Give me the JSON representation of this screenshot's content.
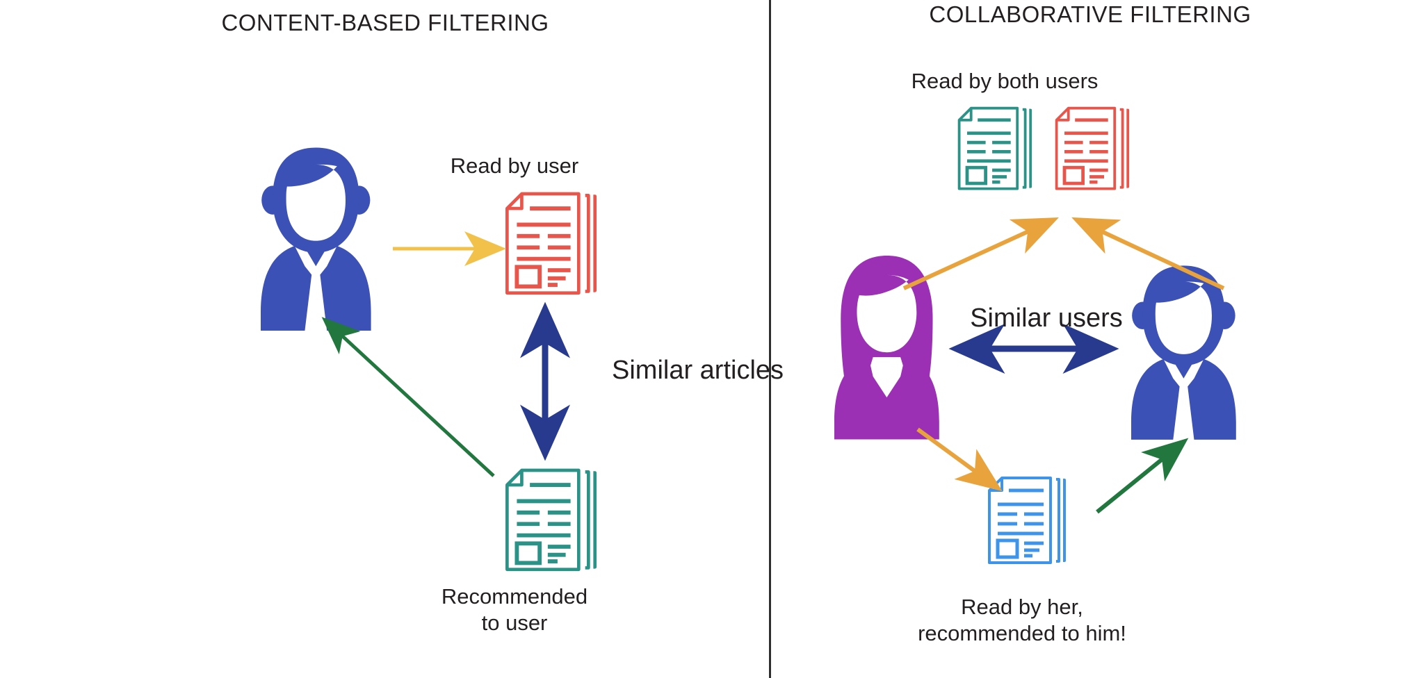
{
  "diagram": {
    "title_left": "CONTENT-BASED FILTERING",
    "title_right": "COLLABORATIVE FILTERING",
    "background": "#ffffff",
    "divider_color": "#2e2e2e"
  },
  "left_panel": {
    "title": "CONTENT-BASED FILTERING",
    "labels": {
      "read_by_user": "Read by user",
      "recommended_to_user": "Recommended\nto user",
      "similar_articles": "Similar articles"
    },
    "nodes": [
      {
        "name": "user-male-avatar",
        "type": "person",
        "color": "#3b51b5"
      },
      {
        "name": "document-read",
        "type": "document",
        "color": "#e8554a"
      },
      {
        "name": "document-recommended",
        "type": "document",
        "color": "#2a9286"
      }
    ],
    "arrows": [
      {
        "name": "arrow-user-to-read",
        "color": "#f2c14a",
        "style": "single",
        "from": "user-male-avatar",
        "to": "document-read"
      },
      {
        "name": "arrow-similar-articles",
        "color": "#283a8e",
        "style": "double",
        "from": "document-read",
        "to": "document-recommended"
      },
      {
        "name": "arrow-recommended-to-user",
        "color": "#22773f",
        "style": "single",
        "from": "document-recommended",
        "to": "user-male-avatar"
      }
    ]
  },
  "right_panel": {
    "title": "COLLABORATIVE FILTERING",
    "labels": {
      "read_by_both_users": "Read by both users",
      "similar_users": "Similar users",
      "read_by_her": "Read by her,\nrecommended to him!"
    },
    "nodes": [
      {
        "name": "document-shared-green",
        "type": "document",
        "color": "#2a9286"
      },
      {
        "name": "document-shared-red",
        "type": "document",
        "color": "#e8554a"
      },
      {
        "name": "user-female-avatar",
        "type": "person",
        "color": "#9b30b5"
      },
      {
        "name": "user-male-avatar",
        "type": "person",
        "color": "#3b51b5"
      },
      {
        "name": "document-recommended-blue",
        "type": "document",
        "color": "#3d94e8"
      }
    ],
    "arrows": [
      {
        "name": "arrow-her-to-shared",
        "color": "#e8a33d",
        "style": "single",
        "from": "user-female-avatar",
        "to": "documents-shared"
      },
      {
        "name": "arrow-him-to-shared",
        "color": "#e8a33d",
        "style": "single",
        "from": "user-male-avatar",
        "to": "documents-shared"
      },
      {
        "name": "arrow-similar-users",
        "color": "#283a8e",
        "style": "double",
        "from": "user-female-avatar",
        "to": "user-male-avatar"
      },
      {
        "name": "arrow-her-to-blue-doc",
        "color": "#e8a33d",
        "style": "single",
        "from": "user-female-avatar",
        "to": "document-recommended-blue"
      },
      {
        "name": "arrow-blue-doc-to-him",
        "color": "#22773f",
        "style": "single",
        "from": "document-recommended-blue",
        "to": "user-male-avatar"
      }
    ]
  },
  "palette": {
    "blue_person": "#3b51b5",
    "purple_person": "#9b30b5",
    "doc_red": "#e8554a",
    "doc_green": "#2a9286",
    "doc_blue": "#3d94e8",
    "arrow_yellow": "#f2c14a",
    "arrow_orange": "#e8a33d",
    "arrow_navy": "#283a8e",
    "arrow_green": "#22773f",
    "text": "#231f20"
  }
}
